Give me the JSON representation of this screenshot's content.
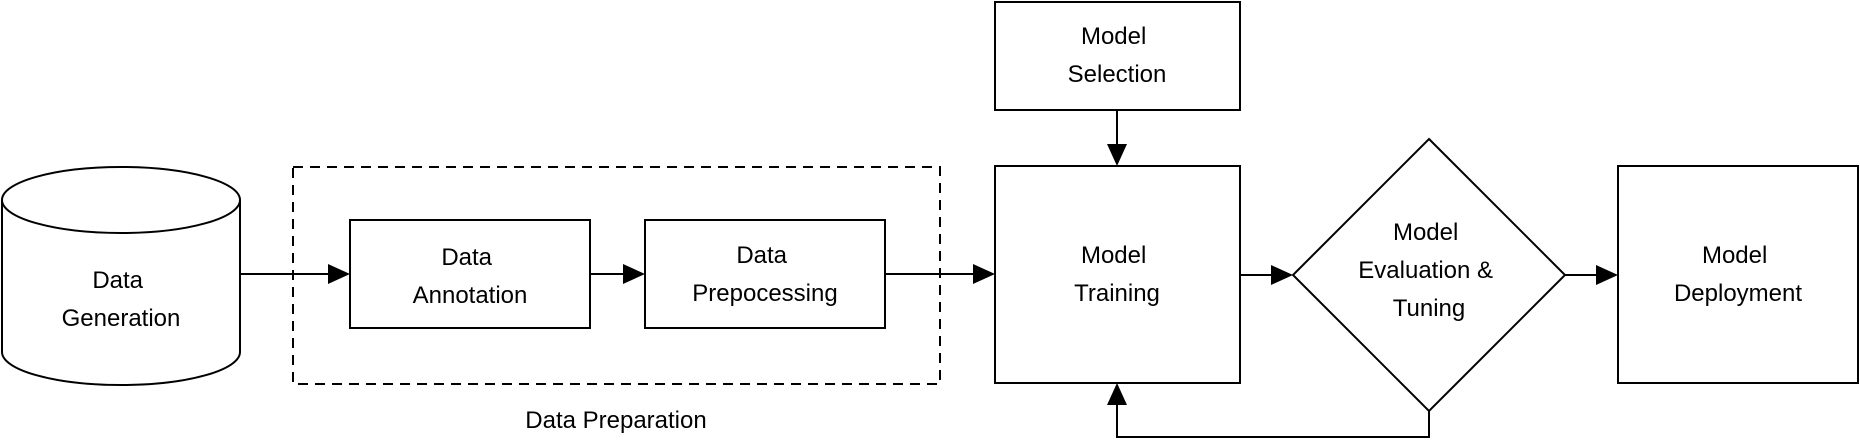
{
  "diagram": {
    "nodes": {
      "data_generation": {
        "line1": "Data",
        "line2": "Generation",
        "shape": "cylinder"
      },
      "data_annotation": {
        "line1": "Data",
        "line2": "Annotation",
        "shape": "rectangle"
      },
      "data_preprocessing": {
        "line1": "Data",
        "line2": "Prepocessing",
        "shape": "rectangle"
      },
      "model_selection": {
        "line1": "Model",
        "line2": "Selection",
        "shape": "rectangle"
      },
      "model_training": {
        "line1": "Model",
        "line2": "Training",
        "shape": "rectangle"
      },
      "model_evaluation": {
        "line1": "Model",
        "line2": "Evaluation &",
        "line3": "Tuning",
        "shape": "diamond"
      },
      "model_deployment": {
        "line1": "Model",
        "line2": "Deployment",
        "shape": "rectangle"
      }
    },
    "group": {
      "label": "Data Preparation",
      "members": [
        "data_annotation",
        "data_preprocessing"
      ],
      "border": "dashed"
    },
    "edges": [
      {
        "from": "data_generation",
        "to": "data_annotation"
      },
      {
        "from": "data_annotation",
        "to": "data_preprocessing"
      },
      {
        "from": "data_preprocessing",
        "to": "model_training"
      },
      {
        "from": "model_selection",
        "to": "model_training"
      },
      {
        "from": "model_training",
        "to": "model_evaluation"
      },
      {
        "from": "model_evaluation",
        "to": "model_deployment"
      },
      {
        "from": "model_evaluation",
        "to": "model_training",
        "kind": "feedback loop"
      }
    ]
  }
}
